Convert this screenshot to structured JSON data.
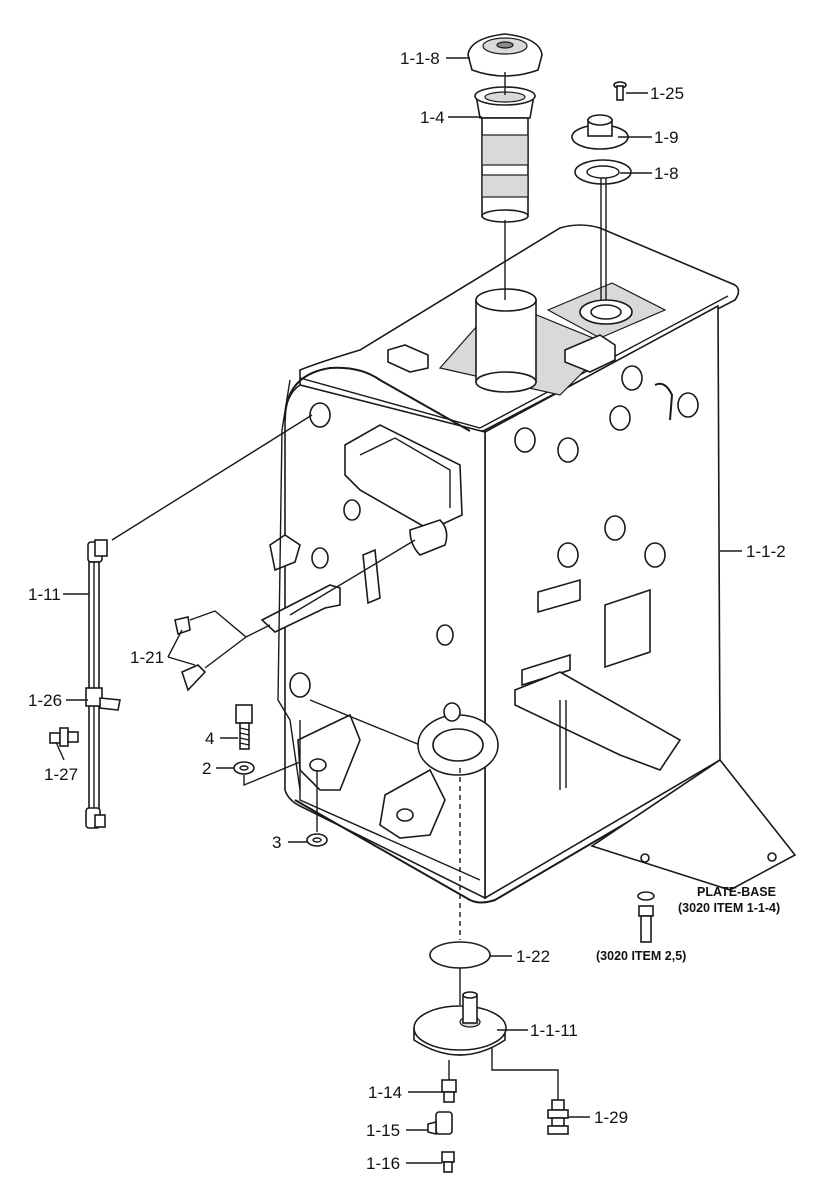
{
  "callouts": {
    "cap": "1-1-8",
    "strainer": "1-4",
    "screw_top": "1-25",
    "gauge": "1-9",
    "gasket_top": "1-8",
    "tank": "1-1-2",
    "sight_gauge": "1-11",
    "fitting": "1-21",
    "clamp": "1-26",
    "clamp_screw": "1-27",
    "bolt": "4",
    "washer": "2",
    "washer2": "3",
    "gasket_bottom": "1-22",
    "drain_flange": "1-1-11",
    "nipple": "1-14",
    "elbow": "1-15",
    "plug": "1-16",
    "flange_bolt": "1-29"
  },
  "notes": {
    "plate_base_1": "PLATE-BASE",
    "plate_base_2": "(3020 ITEM 1-1-4)",
    "ref_bolt": "(3020 ITEM 2,5)"
  }
}
